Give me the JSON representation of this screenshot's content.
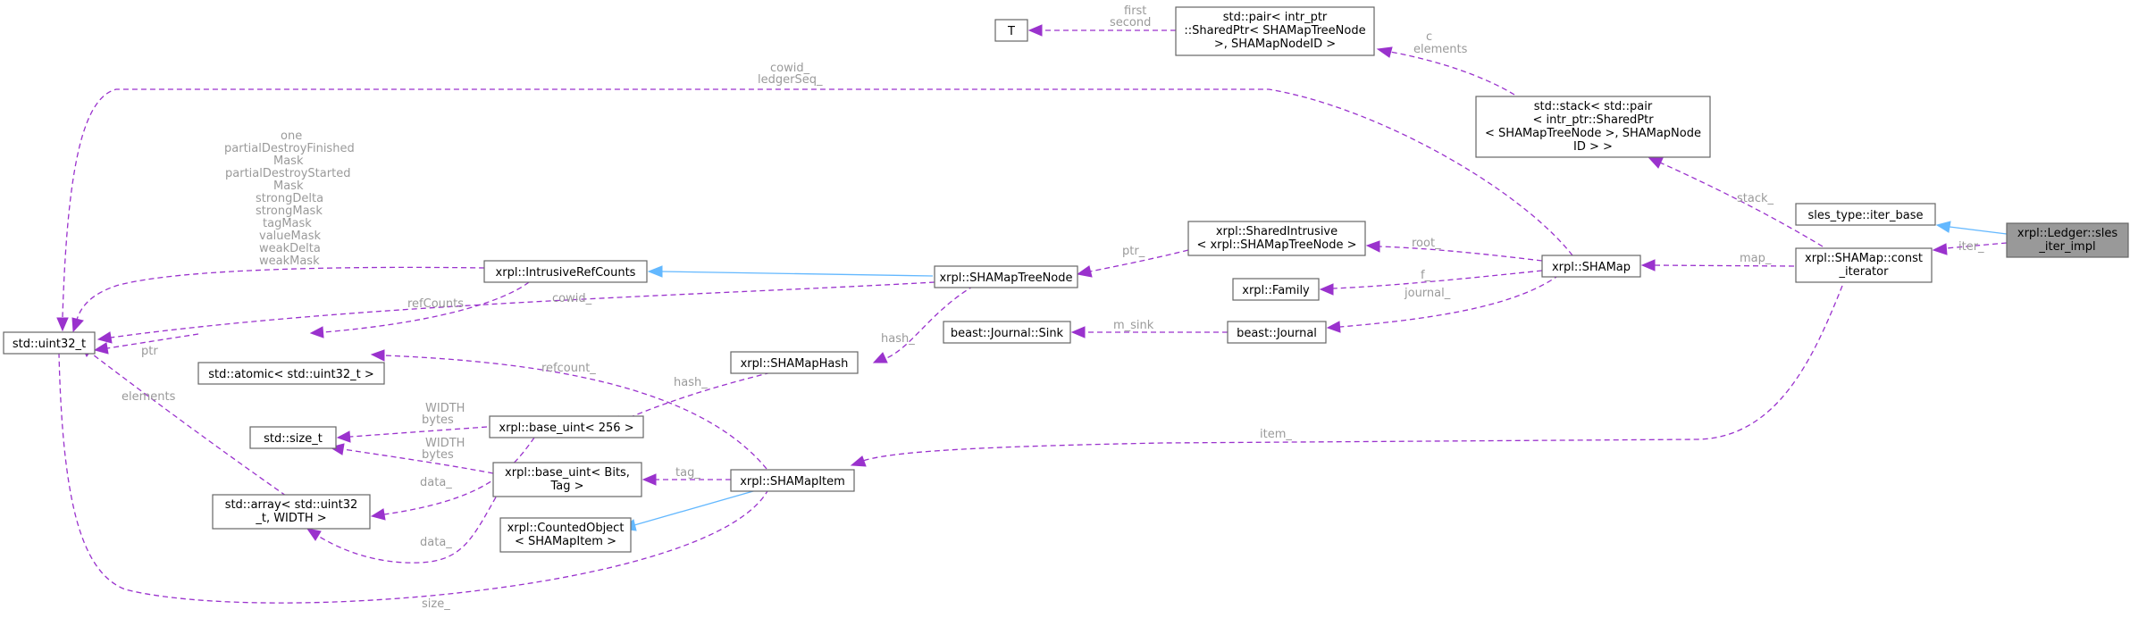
{
  "nodes": {
    "ledger_iter_impl": [
      "xrpl::Ledger::sles",
      "_iter_impl"
    ],
    "iter_base": [
      "sles_type::iter_base"
    ],
    "const_iterator": [
      "xrpl::SHAMap::const",
      "_iterator"
    ],
    "stack": [
      "std::stack< std::pair",
      "< intr_ptr::SharedPtr",
      "< SHAMapTreeNode >, SHAMapNode",
      "ID > >"
    ],
    "pair": [
      "std::pair< intr_ptr",
      "::SharedPtr< SHAMapTreeNode",
      ">, SHAMapNodeID >"
    ],
    "T": [
      "T"
    ],
    "shamap": [
      "xrpl::SHAMap"
    ],
    "sharedintrusive": [
      "xrpl::SharedIntrusive",
      "< xrpl::SHAMapTreeNode >"
    ],
    "family": [
      "xrpl::Family"
    ],
    "journal": [
      "beast::Journal"
    ],
    "sink": [
      "beast::Journal::Sink"
    ],
    "treenode": [
      "xrpl::SHAMapTreeNode"
    ],
    "refcounts": [
      "xrpl::IntrusiveRefCounts"
    ],
    "uint32": [
      "std::uint32_t"
    ],
    "atomic": [
      "std::atomic< std::uint32_t >"
    ],
    "hash": [
      "xrpl::SHAMapHash"
    ],
    "base256": [
      "xrpl::base_uint< 256 >"
    ],
    "sizet": [
      "std::size_t"
    ],
    "basebits": [
      "xrpl::base_uint< Bits,",
      "Tag >"
    ],
    "array": [
      "std::array< std::uint32",
      "_t, WIDTH >"
    ],
    "item": [
      "xrpl::SHAMapItem"
    ],
    "counted": [
      "xrpl::CountedObject",
      "< SHAMapItem >"
    ]
  },
  "edges": {
    "iter": [
      "iter_"
    ],
    "stack": [
      "stack_"
    ],
    "map": [
      "map_"
    ],
    "item": [
      "item_"
    ],
    "c": [
      "c",
      "elements"
    ],
    "first": [
      "first",
      "second"
    ],
    "cowid_ledgerseq": [
      "cowid_",
      "ledgerSeq_"
    ],
    "root": [
      "root_"
    ],
    "f": [
      "f_"
    ],
    "journal": [
      "journal_"
    ],
    "ptr_si": [
      "ptr_"
    ],
    "m_sink": [
      "m_sink"
    ],
    "masks": [
      "one",
      "partialDestroyFinished",
      "Mask",
      "partialDestroyStarted",
      "Mask",
      "strongDelta",
      "strongMask",
      "tagMask",
      "valueMask",
      "weakDelta",
      "weakMask"
    ],
    "cowid": [
      "cowid_"
    ],
    "hash_tn": [
      "hash_"
    ],
    "refcounts": [
      "refCounts"
    ],
    "ptr_atomic": [
      "ptr"
    ],
    "hash_item": [
      "hash_"
    ],
    "refcount": [
      "refcount_"
    ],
    "width1": [
      "WIDTH",
      "bytes"
    ],
    "width2": [
      "WIDTH",
      "bytes"
    ],
    "data1": [
      "data_"
    ],
    "data2": [
      "data_"
    ],
    "elements": [
      "elements"
    ],
    "tag": [
      "tag_"
    ],
    "size": [
      "size_"
    ]
  }
}
